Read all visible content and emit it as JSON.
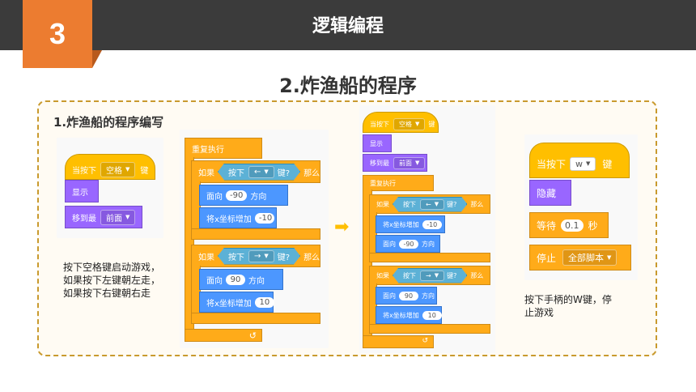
{
  "header": {
    "section_number": "3",
    "title": "逻辑编程"
  },
  "slide": {
    "title": "2.炸渔船的程序",
    "subtitle": "1.炸渔船的程序编写",
    "arrow_symbol": "➡"
  },
  "panel1": {
    "event": {
      "when": "当按下",
      "key": "空格",
      "suffix": "键"
    },
    "show": "显示",
    "goto": {
      "label": "移到最",
      "layer": "前面"
    }
  },
  "panel2": {
    "forever": "重复执行",
    "if1": {
      "if": "如果",
      "pressed": "按下",
      "key": "←",
      "key_suffix": "键?",
      "then": "那么"
    },
    "if1_body": {
      "point": "面向",
      "dir": "-90",
      "dir_unit": "方向",
      "change": "将x坐标增加",
      "change_val": "-10"
    },
    "if2": {
      "if": "如果",
      "pressed": "按下",
      "key": "→",
      "key_suffix": "键?",
      "then": "那么"
    },
    "if2_body": {
      "point": "面向",
      "dir": "90",
      "dir_unit": "方向",
      "change": "将x坐标增加",
      "change_val": "10"
    },
    "loop_icon": "↺"
  },
  "desc1": [
    "按下空格键启动游戏，",
    "如果按下左键朝左走，",
    "如果按下右键朝右走"
  ],
  "panel3": {
    "event": {
      "when": "当按下",
      "key": "空格",
      "suffix": "键"
    },
    "show": "显示",
    "goto": {
      "label": "移到最",
      "layer": "前面"
    },
    "forever": "重复执行",
    "if1": {
      "if": "如果",
      "pressed": "按下",
      "key": "←",
      "key_suffix": "键?",
      "then": "那么"
    },
    "if1_body": {
      "change": "将x坐标增加",
      "change_val": "-10",
      "point": "面向",
      "dir": "-90",
      "dir_unit": "方向"
    },
    "if2": {
      "if": "如果",
      "pressed": "按下",
      "key": "→",
      "key_suffix": "键?",
      "then": "那么"
    },
    "if2_body": {
      "point": "面向",
      "dir": "90",
      "dir_unit": "方向",
      "change": "将x坐标增加",
      "change_val": "10"
    },
    "loop_icon": "↺"
  },
  "panel4": {
    "event": {
      "when": "当按下",
      "key": "w",
      "suffix": "键"
    },
    "hide": "隐藏",
    "wait": {
      "label": "等待",
      "value": "0.1",
      "unit": "秒"
    },
    "stop": {
      "label": "停止",
      "option": "全部脚本"
    }
  },
  "desc2": [
    "按下手柄的W键，停",
    "止游戏"
  ],
  "colors": {
    "header_bg": "#3b3b3b",
    "badge": "#ec7c30",
    "frame_border": "#c99a2e",
    "events": "#ffbf00",
    "looks": "#9966ff",
    "control": "#ffab19",
    "motion": "#4c97ff",
    "sensing": "#5cb1d6"
  }
}
